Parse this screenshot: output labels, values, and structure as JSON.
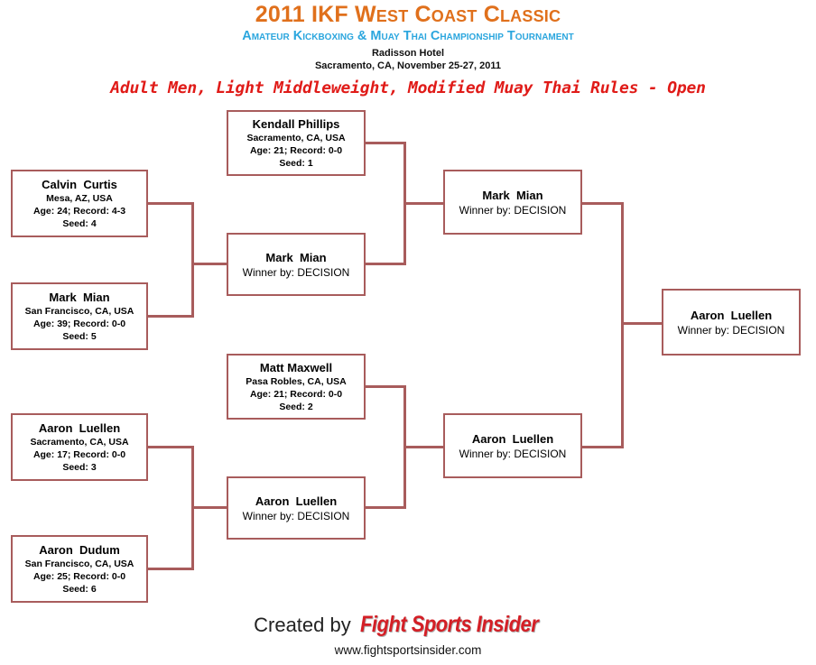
{
  "header": {
    "title": "2011 IKF West Coast Classic",
    "subtitle": "Amateur Kickboxing & Muay Thai Championship Tournament",
    "venue": "Radisson Hotel",
    "date": "Sacramento, CA, November 25-27, 2011",
    "division": "Adult Men, Light Middleweight, Modified Muay Thai Rules - Open"
  },
  "colors": {
    "title": "#E0701C",
    "subtitle": "#2BA6DE",
    "division": "#E01B18",
    "bracket_line": "#A85C5C",
    "logo": "#D41F26"
  },
  "bracket": {
    "round1": [
      {
        "name": "Kendall Phillips",
        "location": "Sacramento, CA, USA",
        "record": "Age: 21; Record: 0-0",
        "seed": "Seed: 1"
      },
      {
        "name": "Calvin  Curtis",
        "location": "Mesa, AZ, USA",
        "record": "Age: 24; Record: 4-3",
        "seed": "Seed: 4"
      },
      {
        "name": "Mark  Mian",
        "location": "San Francisco, CA, USA",
        "record": "Age: 39; Record: 0-0",
        "seed": "Seed: 5"
      },
      {
        "name": "Matt Maxwell",
        "location": "Pasa Robles, CA, USA",
        "record": "Age: 21; Record: 0-0",
        "seed": "Seed: 2"
      },
      {
        "name": "Aaron  Luellen",
        "location": "Sacramento, CA, USA",
        "record": "Age: 17; Record: 0-0",
        "seed": "Seed: 3"
      },
      {
        "name": "Aaron  Dudum",
        "location": "San Francisco, CA, USA",
        "record": "Age: 25; Record: 0-0",
        "seed": "Seed: 6"
      }
    ],
    "round2": [
      {
        "name": "Mark  Mian",
        "result": "Winner by: DECISION"
      },
      {
        "name": "Aaron  Luellen",
        "result": "Winner by: DECISION"
      }
    ],
    "semifinals": [
      {
        "name": "Mark  Mian",
        "result": "Winner by: DECISION"
      },
      {
        "name": "Aaron  Luellen",
        "result": "Winner by: DECISION"
      }
    ],
    "final": {
      "name": "Aaron  Luellen",
      "result": "Winner by: DECISION"
    }
  },
  "footer": {
    "created_by": "Created by",
    "logo": "Fight Sports Insider",
    "url": "www.fightsportsinsider.com"
  }
}
